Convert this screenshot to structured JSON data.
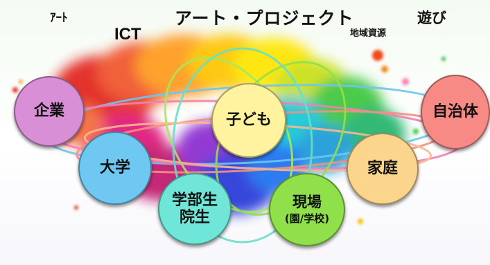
{
  "keywords": {
    "art_small": "ｱｰﾄ",
    "ict": "ICT",
    "art_project": "アート・プロジェクト",
    "region_resources": "地域資源",
    "play": "遊び"
  },
  "nodes": {
    "company": {
      "label": "企業",
      "color": "#d98fd6"
    },
    "university": {
      "label": "大学",
      "color": "#6fc8f2"
    },
    "grad_students": {
      "line1": "学部生",
      "line2": "院生",
      "color": "#6fe6d7"
    },
    "children": {
      "label": "子ども",
      "color": "#fff3a0"
    },
    "field": {
      "line1": "現場",
      "line2": "(園/学校)",
      "color": "#8fe04a"
    },
    "family": {
      "label": "家庭",
      "color": "#fbd58c"
    },
    "local_government": {
      "label": "自治体",
      "color": "#f88a86"
    }
  }
}
